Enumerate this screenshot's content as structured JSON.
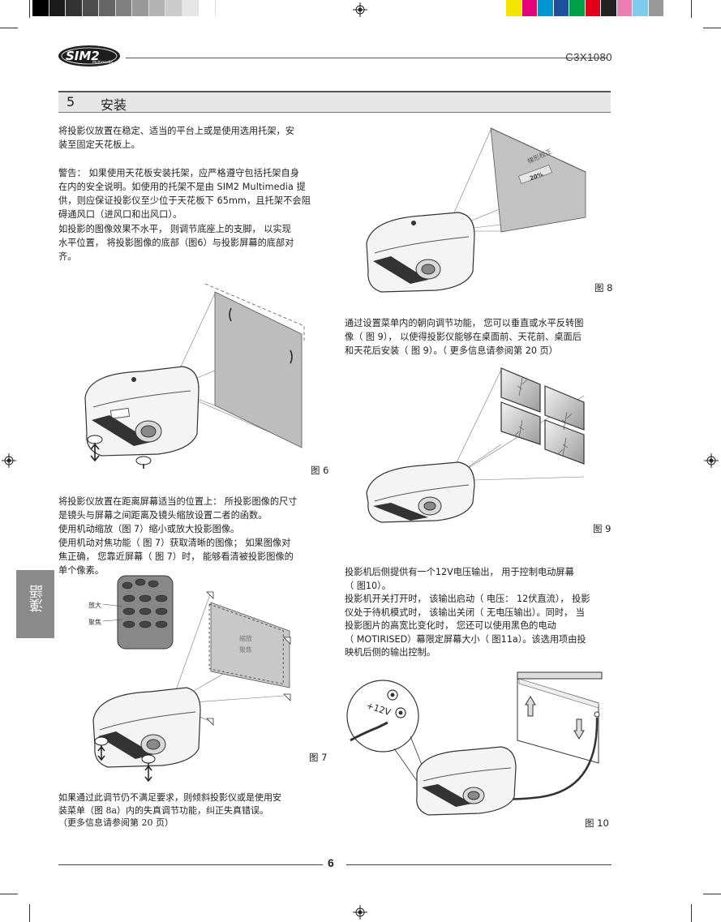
{
  "header": {
    "logo_text": "SIM2",
    "logo_sub": "Multimedia",
    "model": "C3X1080"
  },
  "section": {
    "number": "5",
    "title": "安装"
  },
  "left": {
    "p1": [
      "将投影仪放置在稳定、适当的平台上或是使用选用托架，安",
      "装至固定天花板上。"
    ],
    "p2": [
      "警告： 如果使用天花板安装托架，应严格遵守包括托架自身",
      "在内的安全说明。如使用的托架不是由 SIM2 Multimedia 提",
      "供，则应保证投影仪至少位于天花板下 65mm，且托架不会阻",
      "碍通风口（进风口和出风口）。"
    ],
    "p3": [
      "如投影的图像效果不水平， 则调节底座上的支脚， 以实现",
      "水平位置， 将投影图像的底部（图6）与投影屏幕的底部对",
      "齐。"
    ],
    "fig6_caption": "图 6",
    "p4": [
      "将投影仪放置在距离屏幕适当的位置上： 所投影图像的尺寸",
      "是镜头与屏幕之间距离及镜头缩放设置二者的函数。",
      "使用机动缩放（图 7）缩小或放大投影图像。",
      "使用机动对焦功能（ 图 7）获取清晰的图像； 如果图像对",
      "焦正确， 您靠近屏幕（ 图 7）时， 能够看清被投影图像的",
      "单个像素。"
    ],
    "fig7_label_zoom": "放大",
    "fig7_label_focus": "聚焦",
    "fig7_screen_zoom": "缩放",
    "fig7_screen_focus": "聚焦",
    "fig7_caption": "图 7",
    "p5": [
      "如果通过此调节仍不满足要求，则倾斜投影仪或是使用安",
      "装菜单（图 8a）内的失真调节功能，纠正失真错误。",
      "（更多信息请参阅第 20 页）"
    ]
  },
  "right": {
    "fig8_screen_label": "梯形校正",
    "fig8_screen_value": "20%",
    "fig8_caption": "图 8",
    "p1": [
      "通过设置菜单内的朝向调节功能， 您可以垂直或水平反转图",
      "像（ 图 9）， 以使得投影仪能够在桌面前、天花前、桌面后",
      "和天花后安装（ 图 9）。（ 更多信息请参阅第 20 页）"
    ],
    "fig9_caption": "图 9",
    "p2": [
      "投影机后侧提供有一个12V电压输出， 用于控制电动屏幕",
      "（ 图10）。",
      "投影机开关打开时， 该输出启动（ 电压： 12伏直流）， 投影",
      "仪处于待机模式时， 该输出关闭（ 无电压输出）。同时， 当",
      "投影图片的高宽比变化时， 您还可以使用黑色的电动",
      "（ MOTIRISED）幕限定屏幕大小（ 图11a）。该选用项由投",
      "映机后侧的输出控制。"
    ],
    "fig10_label": "+12V",
    "fig10_caption": "图 10"
  },
  "side_tab": "漢語",
  "footer": {
    "page": "6"
  },
  "colors": {
    "section_bar": "#e6e6e6",
    "side_tab": "#8a8a8a",
    "print_colors": [
      "#f5e400",
      "#e6007e",
      "#0096d6",
      "#1d4f9c",
      "#00a04a",
      "#e2001a",
      "#222222",
      "#e97fb4",
      "#7fcbeb",
      "#999999"
    ],
    "print_grays": [
      "#000000",
      "#1a1a1a",
      "#333333",
      "#4d4d4d",
      "#666666",
      "#808080",
      "#999999",
      "#b3b3b3",
      "#cccccc",
      "#e6e6e6",
      "#ffffff"
    ]
  }
}
